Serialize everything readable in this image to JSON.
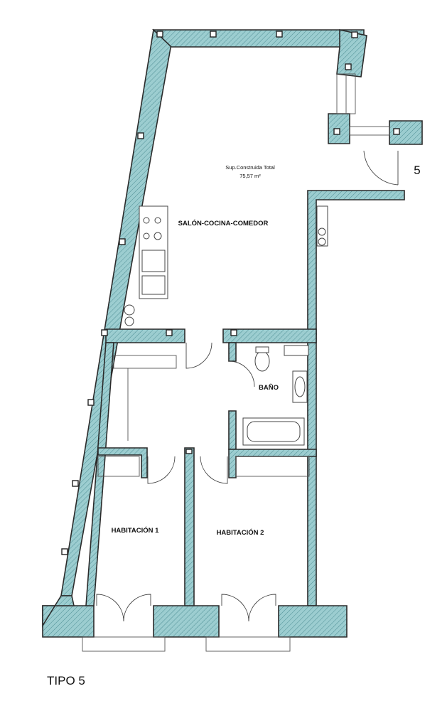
{
  "plan": {
    "surface_label": "Sup.Construida Total",
    "surface_value": "75,57 m²",
    "unit_number": "5",
    "type_label": "TIPO 5",
    "colors": {
      "wall_fill": "#9ccdd0",
      "hatch": "#4f8f95",
      "line": "#2b2b2b"
    }
  },
  "rooms": [
    {
      "name": "SALÓN-COCINA-COMEDOR"
    },
    {
      "name": "BAÑO"
    },
    {
      "name": "HABITACIÓN 1"
    },
    {
      "name": "HABITACIÓN 2"
    }
  ]
}
